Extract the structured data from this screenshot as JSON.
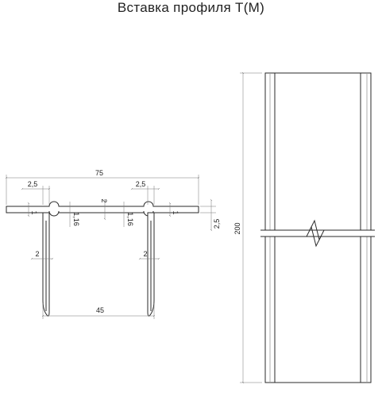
{
  "title": "Вставка профиля T(M)",
  "dimensions": {
    "overall_width": "75",
    "lip_left": "2,5",
    "lip_right": "2,5",
    "top_thickness": "2",
    "slot_left": "1,16",
    "slot_right": "1,16",
    "side_left": "1",
    "side_right": "1",
    "height_right": "2,5",
    "leg_left": "2",
    "leg_right": "2",
    "base_width": "45",
    "length": "200"
  }
}
